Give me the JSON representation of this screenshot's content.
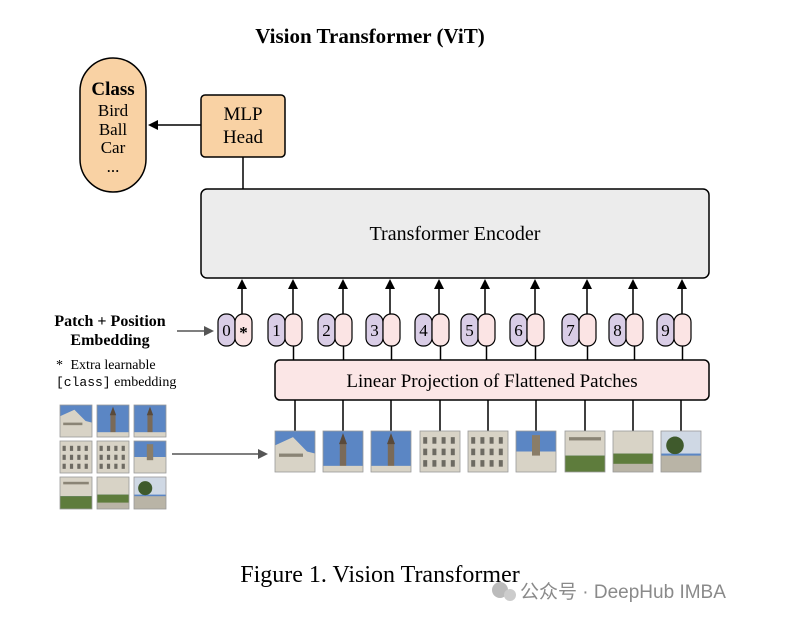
{
  "title": "Vision Transformer (ViT)",
  "class_box": {
    "heading": "Class",
    "items": [
      "Bird",
      "Ball",
      "Car",
      "..."
    ]
  },
  "mlp_head": {
    "line1": "MLP",
    "line2": "Head"
  },
  "encoder_label": "Transformer Encoder",
  "projection_label": "Linear Projection of Flattened Patches",
  "embedding_label": {
    "line1": "Patch + Position",
    "line2": "Embedding"
  },
  "note": {
    "star": "*",
    "line1": "Extra learnable",
    "line2_code": "[class]",
    "line2_rest": " embedding"
  },
  "tokens": [
    "0",
    "1",
    "2",
    "3",
    "4",
    "5",
    "6",
    "7",
    "8",
    "9"
  ],
  "class_token_mark": "*",
  "caption": "Figure 1. Vision Transformer",
  "watermark": "公众号 · DeepHub IMBA",
  "colors": {
    "orange": "#f9d2a4",
    "encoder": "#ececec",
    "projection": "#fbe6e6",
    "token_purple": "#d9cde6",
    "token_pink": "#fbe4e4",
    "sky": "#5b86c4",
    "building": "#d8d3c6",
    "grass": "#5e7c3c"
  }
}
